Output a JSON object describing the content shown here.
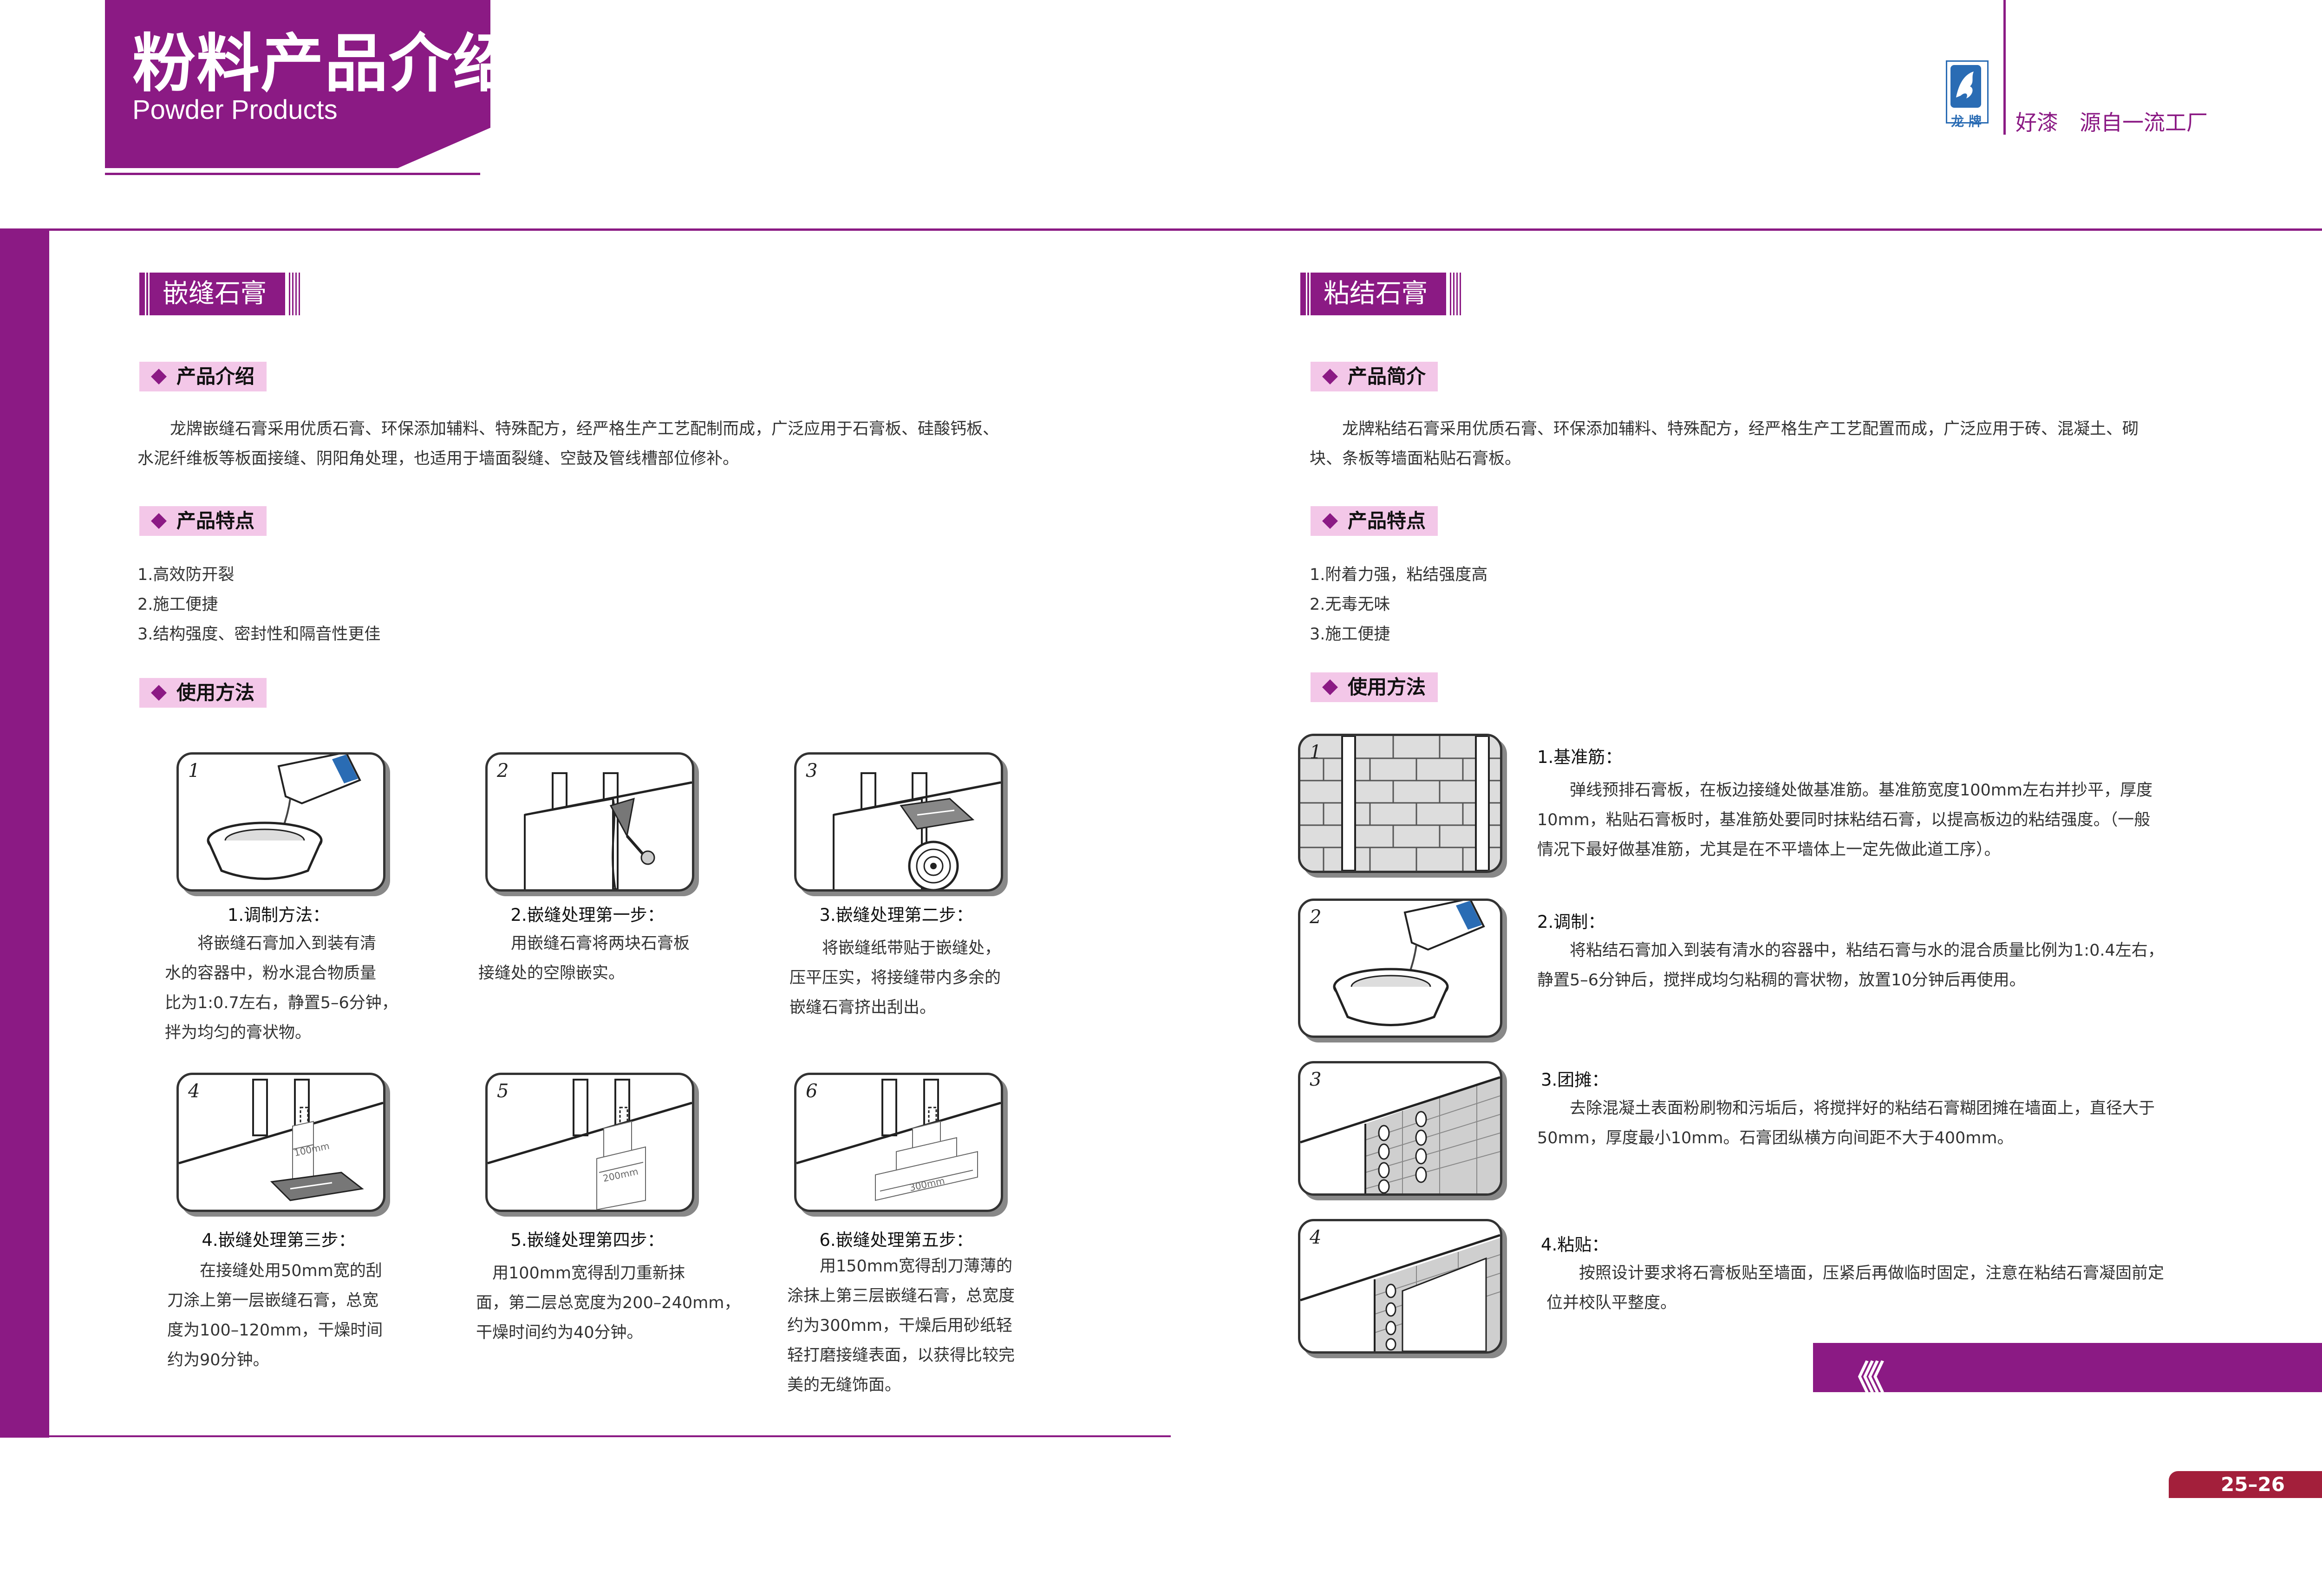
{
  "header": {
    "title_cn": "粉料产品介绍",
    "title_en": "Powder  Products",
    "brand_name": "龙 牌",
    "slogan": "好漆　源自一流工厂"
  },
  "left": {
    "section_title": "嵌缝石膏",
    "intro_heading": "产品介绍",
    "intro_text": [
      "　　龙牌嵌缝石膏采用优质石膏、环保添加辅料、特殊配方，经严格生产工艺配制而成，广泛应用于石膏板、硅酸钙板、",
      "水泥纤维板等板面接缝、阴阳角处理，也适用于墙面裂缝、空鼓及管线槽部位修补。"
    ],
    "features_heading": "产品特点",
    "features": [
      "1.高效防开裂",
      "2.施工便捷",
      "3.结构强度、密封性和隔音性更佳"
    ],
    "usage_heading": "使用方法",
    "steps": [
      {
        "num": "1",
        "title": "1.调制方法：",
        "lines": [
          "　　将嵌缝石膏加入到装有清",
          "水的容器中，粉水混合物质量",
          "比为1:0.7左右，静置5–6分钟，",
          "拌为均匀的膏状物。"
        ]
      },
      {
        "num": "2",
        "title": "2.嵌缝处理第一步：",
        "lines": [
          "　　用嵌缝石膏将两块石膏板",
          "接缝处的空隙嵌实。"
        ]
      },
      {
        "num": "3",
        "title": "3.嵌缝处理第二步：",
        "lines": [
          "　　将嵌缝纸带贴于嵌缝处，",
          "压平压实，将接缝带内多余的",
          "嵌缝石膏挤出刮出。"
        ]
      },
      {
        "num": "4",
        "title": "4.嵌缝处理第三步：",
        "lines": [
          "　　在接缝处用50mm宽的刮",
          "刀涂上第一层嵌缝石膏，总宽",
          "度为100–120mm，干燥时间",
          "约为90分钟。"
        ]
      },
      {
        "num": "5",
        "title": "5.嵌缝处理第四步：",
        "lines": [
          "　用100mm宽得刮刀重新抹",
          "面，第二层总宽度为200–240mm，",
          "干燥时间约为40分钟。"
        ]
      },
      {
        "num": "6",
        "title": "6.嵌缝处理第五步：",
        "lines": [
          "　　用150mm宽得刮刀薄薄的",
          "涂抹上第三层嵌缝石膏，总宽度",
          "约为300mm，干燥后用砂纸轻",
          "轻打磨接缝表面，以获得比较完",
          "美的无缝饰面。"
        ]
      }
    ],
    "labels": {
      "w100": "100mm",
      "w200": "200mm",
      "w300": "300mm"
    }
  },
  "right": {
    "section_title": "粘结石膏",
    "intro_heading": "产品简介",
    "intro_text": [
      "　　龙牌粘结石膏采用优质石膏、环保添加辅料、特殊配方，经严格生产工艺配置而成，广泛应用于砖、混凝土、砌",
      "块、条板等墙面粘贴石膏板。"
    ],
    "features_heading": "产品特点",
    "features": [
      "1.附着力强，粘结强度高",
      "2.无毒无味",
      "3.施工便捷"
    ],
    "usage_heading": "使用方法",
    "steps": [
      {
        "num": "1",
        "title": "1.基准筋：",
        "lines": [
          "　　弹线预排石膏板，在板边接缝处做基准筋。基准筋宽度100mm左右并抄平，厚度",
          "10mm，粘贴石膏板时，基准筋处要同时抹粘结石膏，以提高板边的粘结强度。（一般",
          "情况下最好做基准筋，尤其是在不平墙体上一定先做此道工序）。"
        ]
      },
      {
        "num": "2",
        "title": "2.调制：",
        "lines": [
          "　　将粘结石膏加入到装有清水的容器中，粘结石膏与水的混合质量比例为1:0.4左右，",
          "静置5–6分钟后，搅拌成均匀粘稠的膏状物，放置10分钟后再使用。"
        ]
      },
      {
        "num": "3",
        "title": "3.团摊：",
        "lines": [
          "　　去除混凝土表面粉刷物和污垢后，将搅拌好的粘结石膏糊团摊在墙面上，直径大于",
          "50mm，厚度最小10mm。石膏团纵横方向间距不大于400mm。"
        ]
      },
      {
        "num": "4",
        "title": "4.粘贴：",
        "lines": [
          "　　按照设计要求将石膏板贴至墙面，压紧后再做临时固定，注意在粘结石膏凝固前定",
          "位并校队平整度。"
        ]
      }
    ]
  },
  "footer": {
    "arrows": "《《",
    "page_number": "25–26"
  },
  "colors": {
    "brand": "#8b1a84",
    "sub_header_bg": "#f3c7e8",
    "page_tag": "#a31f3b",
    "logo_blue": "#2a6cb4"
  }
}
